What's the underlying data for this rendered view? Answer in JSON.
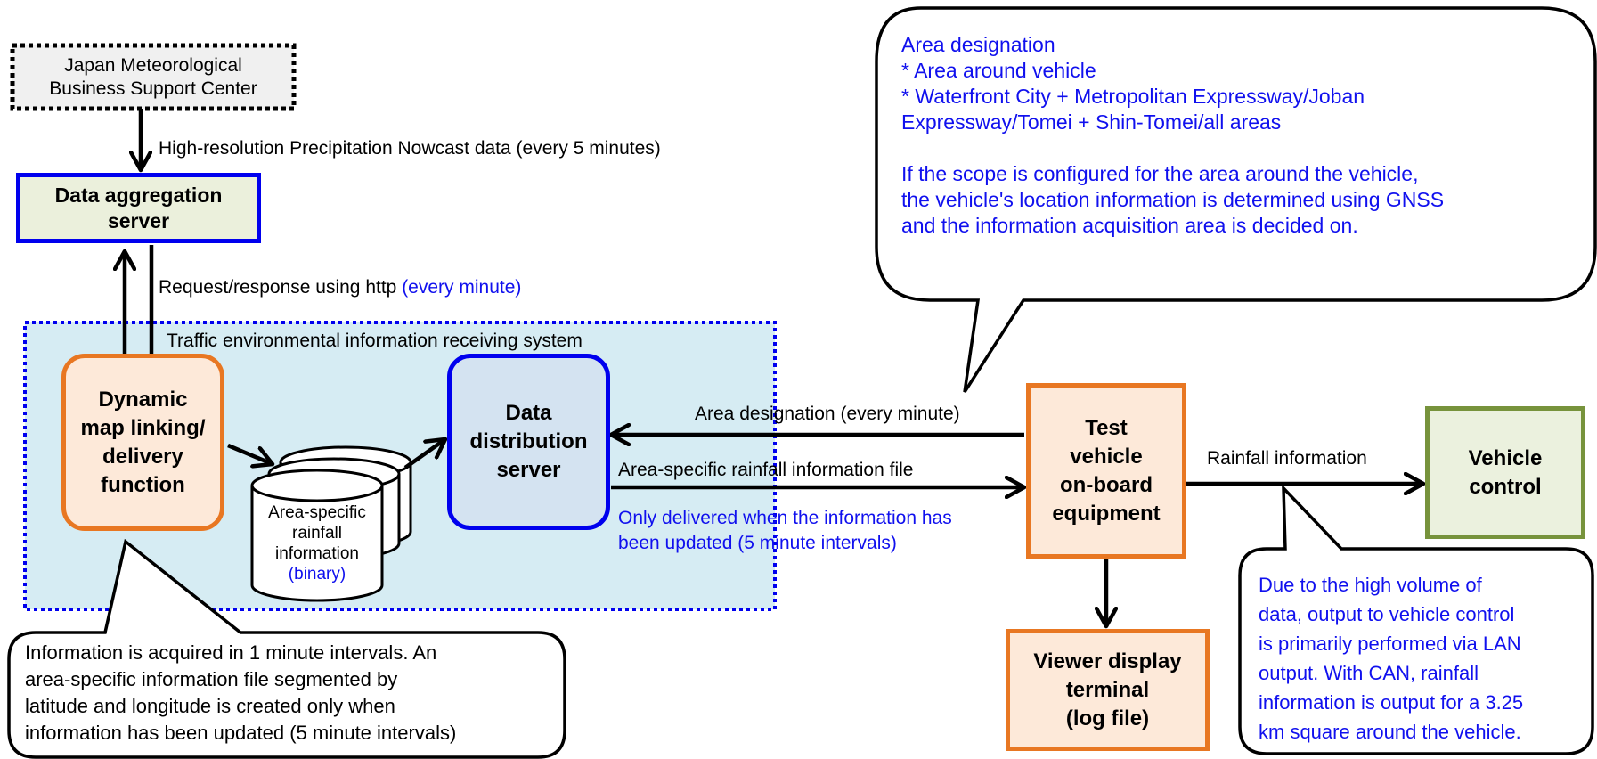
{
  "nodes": {
    "jmbsc": {
      "line1": "Japan Meteorological",
      "line2": "Business Support Center"
    },
    "aggregation": {
      "line1": "Data aggregation",
      "line2": "server"
    },
    "system": {
      "label": "Traffic environmental information receiving system"
    },
    "dynamic_map": {
      "line1": "Dynamic",
      "line2": "map linking/",
      "line3": "delivery",
      "line4": "function"
    },
    "rainfall_db": {
      "line1": "Area-specific",
      "line2": "rainfall",
      "line3": "information",
      "line4": "(binary)"
    },
    "distribution": {
      "line1": "Data",
      "line2": "distribution",
      "line3": "server"
    },
    "test_vehicle": {
      "line1": "Test",
      "line2": "vehicle",
      "line3": "on-board",
      "line4": "equipment"
    },
    "vehicle_control": {
      "line1": "Vehicle",
      "line2": "control"
    },
    "viewer": {
      "line1": "Viewer display",
      "line2": "terminal",
      "line3": "(log file)"
    }
  },
  "edges": {
    "nowcast": "High-resolution Precipitation Nowcast data (every 5 minutes)",
    "request": "Request/response using http",
    "request_freq": "(every minute)",
    "area_designation": "Area designation (every minute)",
    "rainfall_file": "Area-specific rainfall information file",
    "delivered_note_1": "Only delivered when the information has",
    "delivered_note_2": "been updated (5 minute intervals)",
    "rainfall_info": "Rainfall information"
  },
  "callouts": {
    "area": {
      "l1": "Area designation",
      "l2": "* Area around vehicle",
      "l3": "* Waterfront City + Metropolitan Expressway/Joban",
      "l4": "Expressway/Tomei + Shin-Tomei/all areas",
      "l5": "If the scope is configured for the area around the vehicle,",
      "l6": "the vehicle's location information is determined using GNSS",
      "l7": "and the information acquisition area is decided on."
    },
    "acquisition": {
      "l1": "Information is acquired in 1 minute intervals. An",
      "l2": "area-specific information file segmented by",
      "l3": "latitude and longitude is created only when",
      "l4": "information has been updated (5 minute intervals)"
    },
    "volume": {
      "l1": "Due to the high volume of",
      "l2": "data, output to vehicle control",
      "l3": "is primarily performed via LAN",
      "l4": "output. With CAN, rainfall",
      "l5": "information is output for a 3.25",
      "l6": "km square around the vehicle."
    }
  },
  "colors": {
    "blue_text": "#1010ee",
    "server_border": "#0000ee",
    "orange_border": "#e87722",
    "green_border": "#77933c",
    "system_fill": "#d6ecf3"
  }
}
